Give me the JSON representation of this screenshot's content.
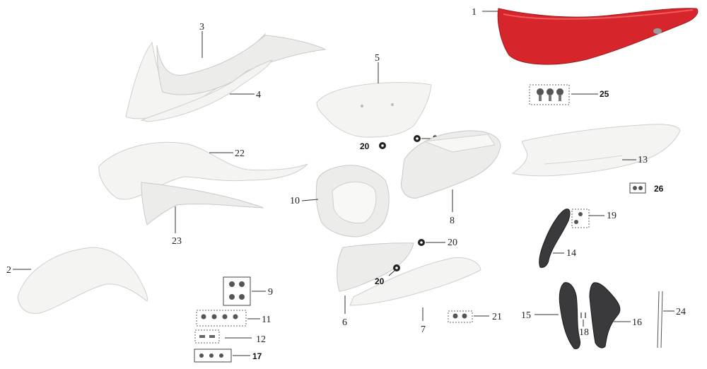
{
  "labels": {
    "p1": "1",
    "p2": "2",
    "p3": "3",
    "p4": "4",
    "p5": "5",
    "p6": "6",
    "p7": "7",
    "p8": "8",
    "p9": "9",
    "p10": "10",
    "p11": "11",
    "p12": "12",
    "p13": "13",
    "p14": "14",
    "p15": "15",
    "p16": "16",
    "p17": "17",
    "p18": "18",
    "p19": "19",
    "p20a": "20",
    "p20b": "20",
    "p20c": "20",
    "p20d": "20",
    "p21": "21",
    "p22": "22",
    "p23": "23",
    "p24": "24",
    "p25": "25",
    "p26": "26"
  },
  "colors": {
    "seat": "#d7262b",
    "plastic": "#f4f4f2",
    "frame_guard": "#3a3a3c"
  }
}
